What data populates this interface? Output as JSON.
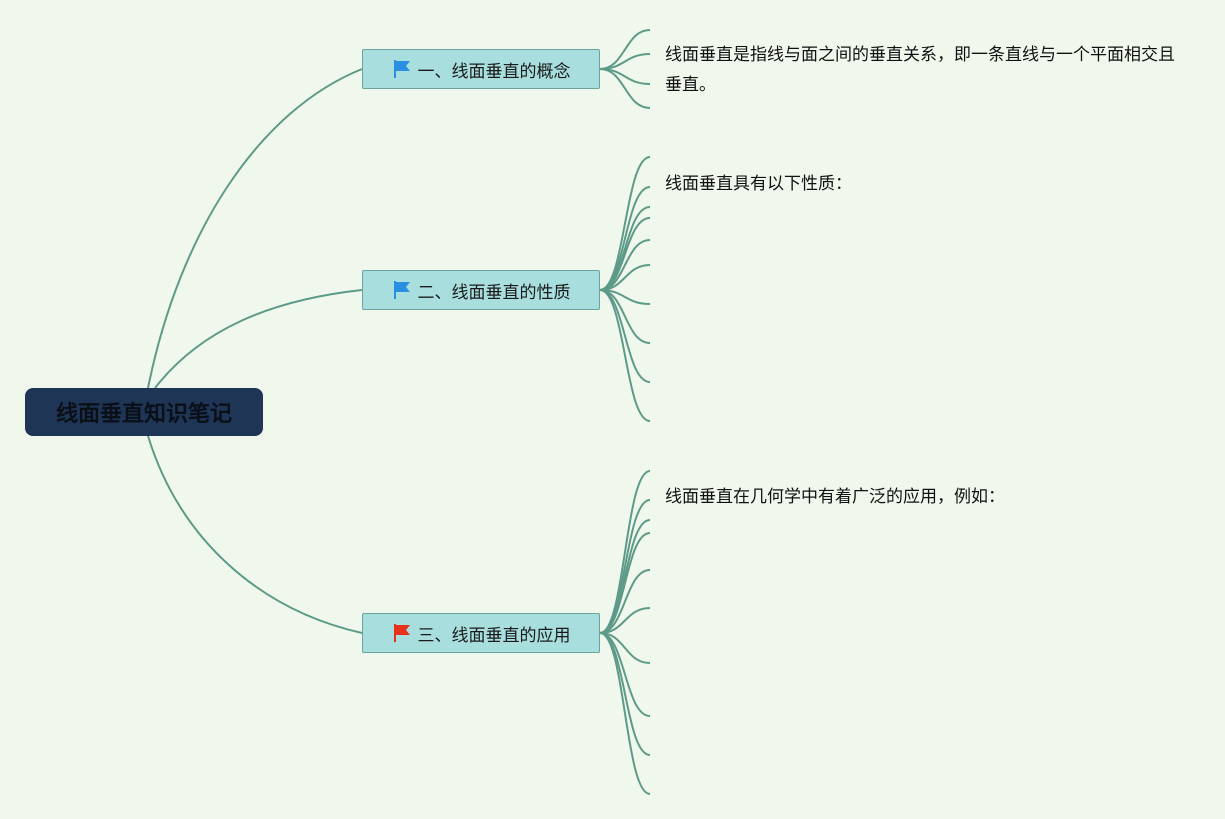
{
  "root": {
    "label": "线面垂直知识笔记"
  },
  "colors": {
    "background": "#f0f8ee",
    "root_fill": "#1e3556",
    "branch_fill": "#a8dede",
    "connector": "#5e9a88",
    "flag_blue": "#2a8fe0",
    "flag_red": "#e8321e"
  },
  "branches": [
    {
      "label": "一、线面垂直的概念",
      "flag_icon": "blue-flag-icon",
      "leaves": [
        "线面垂直是指线与面之间的垂直关系，即一条直线与一个平面相交且垂直。",
        "",
        "",
        ""
      ]
    },
    {
      "label": "二、线面垂直的性质",
      "flag_icon": "blue-flag-icon",
      "leaves": [
        "线面垂直具有以下性质：",
        "",
        "",
        "",
        "",
        "",
        "",
        "",
        "",
        ""
      ]
    },
    {
      "label": "三、线面垂直的应用",
      "flag_icon": "red-flag-icon",
      "leaves": [
        "线面垂直在几何学中有着广泛的应用，例如：",
        "",
        "",
        "",
        "",
        "",
        "",
        "",
        ""
      ]
    }
  ]
}
